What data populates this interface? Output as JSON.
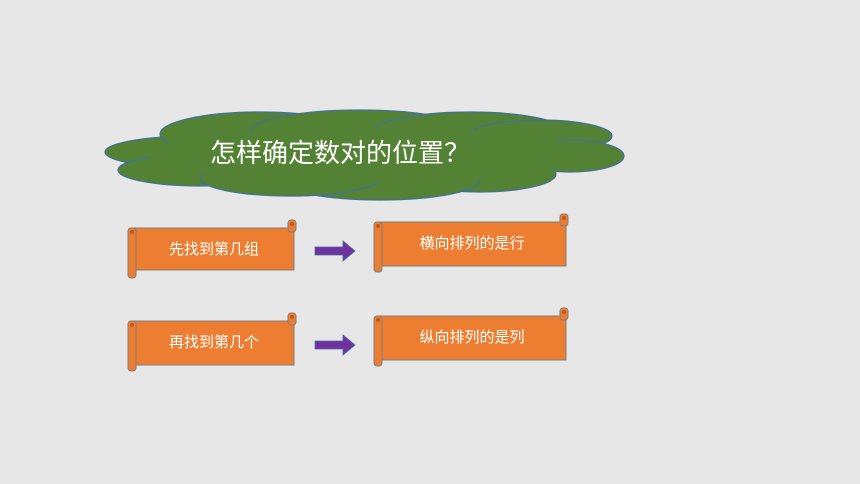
{
  "slide": {
    "title": "怎样确定数对的位置？",
    "steps": [
      {
        "label": "先找到第几组",
        "result": "横向排列的是行"
      },
      {
        "label": "再找到第几个",
        "result": "纵向排列的是列"
      }
    ]
  },
  "colors": {
    "background": "#e7e7e7",
    "cloud_fill": "#548235",
    "cloud_stroke": "#41719c",
    "scroll_fill": "#ed7d31",
    "scroll_stroke": "#7f7f7f",
    "arrow_fill": "#7030a0",
    "text": "#ffffff"
  },
  "icons": {
    "cloud": "cloud-shape",
    "scroll": "horizontal-scroll-banner",
    "arrow": "right-arrow"
  }
}
